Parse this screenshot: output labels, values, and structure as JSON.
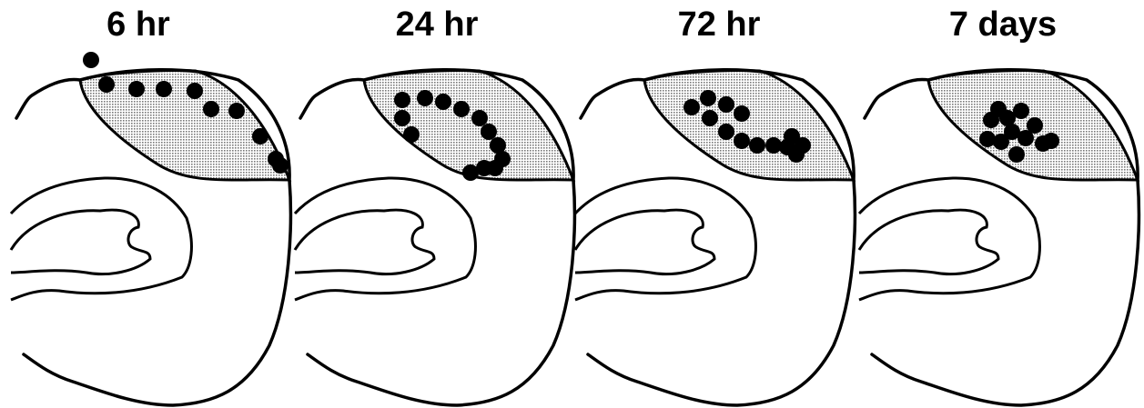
{
  "figure": {
    "panels": [
      {
        "title": "6 hr"
      },
      {
        "title": "24 hr"
      },
      {
        "title": "72 hr"
      },
      {
        "title": "7 days"
      }
    ],
    "colors": {
      "outline": "#000000",
      "shaded_region": "#c8c8c8",
      "dots": "#000000",
      "background": "#ffffff"
    }
  }
}
